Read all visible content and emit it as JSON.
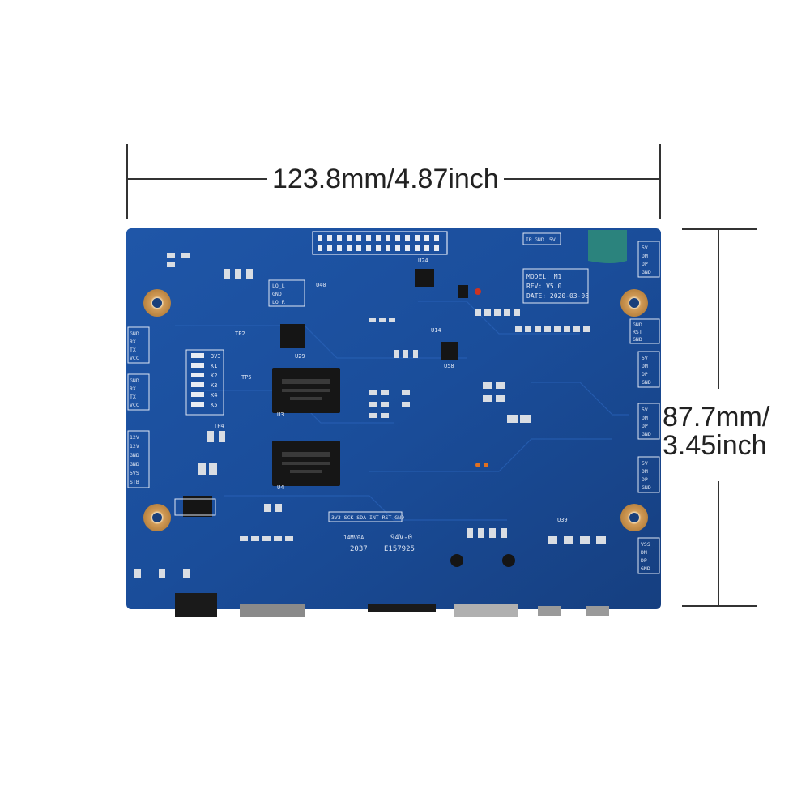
{
  "dimensions": {
    "width_label": "123.8mm/4.87inch",
    "height_label_line1": "87.7mm/",
    "height_label_line2": "3.45inch"
  },
  "board": {
    "model": "MODEL: M1",
    "rev": "REV: V5.0",
    "date": "DATE: 2020-03-08",
    "cert_mark": "94V-0",
    "cert_code": "E157925",
    "cert_small": "14MV0A",
    "date_code": "2037",
    "connector_strip": "3V3 SCK SDA INT RST GND",
    "chip_labels": [
      "U29",
      "U3",
      "U4",
      "U24",
      "U40",
      "U58",
      "U14",
      "U39",
      "TP2",
      "TP4",
      "TP5"
    ],
    "left_pins": [
      "3V3",
      "K1",
      "K2",
      "K3",
      "K4",
      "K5"
    ],
    "uart_pins_1": [
      "GND",
      "RX",
      "TX",
      "VCC"
    ],
    "uart_pins_2": [
      "GND",
      "RX",
      "TX",
      "VCC"
    ],
    "power_pins": [
      "12V",
      "12V",
      "GND",
      "GND",
      "5VS",
      "STB"
    ],
    "usb_pins_1": [
      "5V",
      "DM",
      "DP",
      "GND"
    ],
    "usb_pins_2": [
      "5V",
      "DM",
      "DP",
      "GND"
    ],
    "usb_pins_3": [
      "5V",
      "DM",
      "DP",
      "GND"
    ],
    "usb_pins_4": [
      "5V",
      "DM",
      "DP",
      "GND"
    ],
    "usb_pins_5": [
      "VSS",
      "DM",
      "DP",
      "GND"
    ],
    "reset_pins": [
      "GND",
      "RST",
      "GND"
    ],
    "ir_pins": [
      "IR",
      "GND",
      "5V"
    ],
    "audio_labels": [
      "LO_L",
      "GND",
      "LO_R"
    ]
  }
}
